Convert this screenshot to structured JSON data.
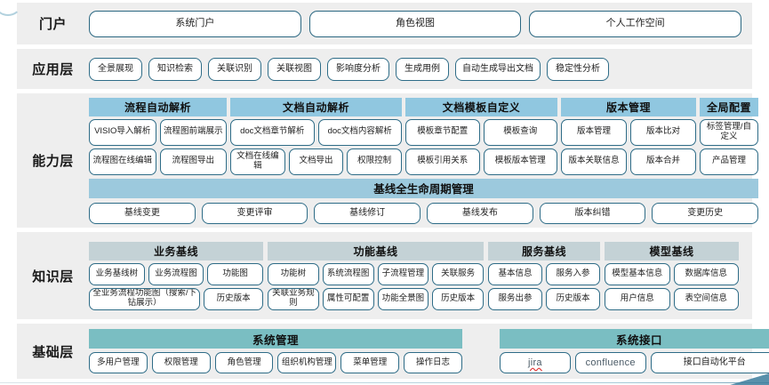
{
  "layers": {
    "portal": {
      "label": "门户",
      "items": [
        "系统门户",
        "角色视图",
        "个人工作空间"
      ]
    },
    "application": {
      "label": "应用层",
      "items": [
        "全景展现",
        "知识检索",
        "关联识别",
        "关联视图",
        "影响度分析",
        "生成用例",
        "自动生成导出文档",
        "稳定性分析"
      ]
    },
    "capability": {
      "label": "能力层",
      "sections": [
        {
          "title": "流程自动解析",
          "rows": [
            [
              "VISIO导入解析",
              "流程图前端展示"
            ],
            [
              "流程图在线编辑",
              "流程图导出"
            ]
          ]
        },
        {
          "title": "文档自动解析",
          "rows": [
            [
              "doc文档章节解析",
              "doc文档内容解析"
            ],
            [
              "文档在线编辑",
              "文档导出",
              "权限控制"
            ]
          ]
        },
        {
          "title": "文档模板自定义",
          "rows": [
            [
              "模板章节配置",
              "模板查询"
            ],
            [
              "模板引用关系",
              "模板版本管理"
            ]
          ]
        },
        {
          "title": "版本管理",
          "rows": [
            [
              "版本管理",
              "版本比对"
            ],
            [
              "版本关联信息",
              "版本合并"
            ]
          ]
        },
        {
          "title": "全局配置",
          "rows": [
            [
              "标签管理/自定义"
            ],
            [
              "产品管理"
            ]
          ]
        }
      ],
      "lifecycle": {
        "title": "基线全生命周期管理",
        "items": [
          "基线变更",
          "变更评审",
          "基线修订",
          "基线发布",
          "版本纠错",
          "变更历史"
        ]
      }
    },
    "knowledge": {
      "label": "知识层",
      "sections": [
        {
          "title": "业务基线",
          "row1": [
            "业务基线树",
            "业务流程图",
            "功能图"
          ],
          "row2": [
            "全业务流程功能图（搜索/下钻展示）",
            "历史版本"
          ]
        },
        {
          "title": "功能基线",
          "row1": [
            "功能树",
            "系统流程图",
            "子流程管理",
            "关联服务"
          ],
          "row2": [
            "关联业务规则",
            "属性可配置",
            "功能全景图",
            "历史版本"
          ]
        },
        {
          "title": "服务基线",
          "row1": [
            "基本信息",
            "服务入参"
          ],
          "row2": [
            "服务出参",
            "历史版本"
          ]
        },
        {
          "title": "模型基线",
          "row1": [
            "模型基本信息",
            "数据库信息"
          ],
          "row2": [
            "用户信息",
            "表空间信息"
          ]
        }
      ]
    },
    "foundation": {
      "label": "基础层",
      "sections": [
        {
          "title": "系统管理",
          "items": [
            "多用户管理",
            "权限管理",
            "角色管理",
            "组织机构管理",
            "菜单管理",
            "操作日志"
          ]
        },
        {
          "title": "系统接口",
          "items": [
            "jira",
            "confluence",
            "接口自动化平台"
          ]
        }
      ]
    }
  },
  "colors": {
    "row_background": "#eeeeee",
    "pill_border": "#2e6c87",
    "capability_header": "#90c7e0",
    "knowledge_header": "#c4d2d6",
    "lifecycle_header": "#9cc9dd",
    "foundation_header": "#7abec2",
    "page_background": "#ffffff"
  }
}
